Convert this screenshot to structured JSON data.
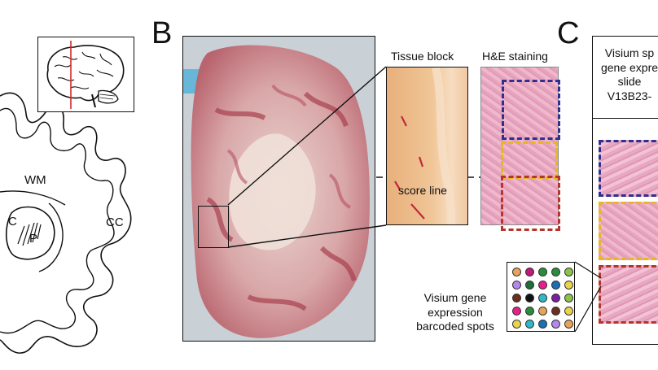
{
  "panels": {
    "B": "B",
    "C": "C"
  },
  "brain_labels": {
    "wm": "WM",
    "c": "C",
    "p": "P",
    "cc": "CC"
  },
  "panel_b": {
    "tissue_block": "Tissue block",
    "he_staining": "H&E staining",
    "score_line": "score line"
  },
  "panel_c": {
    "slide_title_lines": [
      "Visium sp",
      "gene expre",
      "slide",
      "V13B23-"
    ]
  },
  "spots_legend": {
    "lines": [
      "Visium gene",
      "expression",
      "barcoded spots"
    ]
  },
  "colors": {
    "blue": "#2f2f8f",
    "yellow": "#e6b81e",
    "red": "#b5342c",
    "score_marker": "#d62828"
  },
  "spot_colors": [
    "#e8a35a",
    "#c2187a",
    "#2a8c3c",
    "#2a8c3c",
    "#8bc34a",
    "#b388eb",
    "#1f6f3a",
    "#e91e8c",
    "#1b6fb5",
    "#e8d34a",
    "#6b2f1f",
    "#111111",
    "#2eb8c8",
    "#7b1fa2",
    "#8bc34a",
    "#e91e8c",
    "#2a8c3c",
    "#e8a35a",
    "#6b2f1f",
    "#e8d34a",
    "#e8d34a",
    "#2eb8c8",
    "#1b6fb5",
    "#b388eb",
    "#e8a35a"
  ]
}
